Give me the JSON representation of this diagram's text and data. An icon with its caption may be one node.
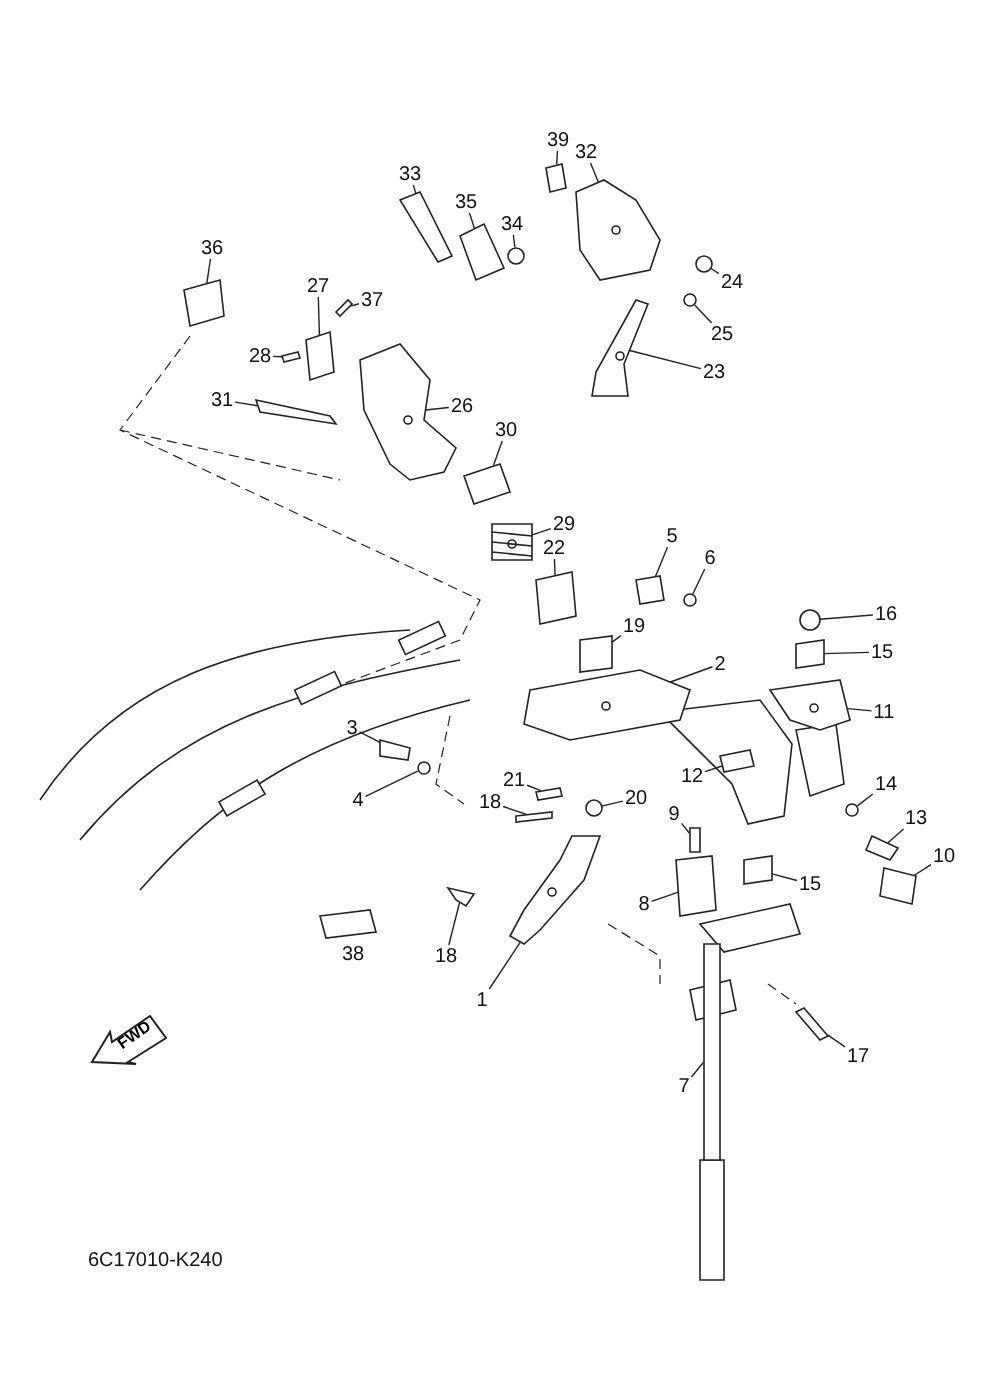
{
  "diagram": {
    "nodes": [
      {
        "text": [
          "39"
        ]
      },
      {
        "text": [
          "32"
        ]
      },
      {
        "text": [
          "33"
        ]
      },
      {
        "text": [
          "35"
        ]
      },
      {
        "text": [
          "34"
        ]
      },
      {
        "text": [
          "36"
        ]
      },
      {
        "text": [
          "24"
        ]
      },
      {
        "text": [
          "27"
        ]
      },
      {
        "text": [
          "37"
        ]
      },
      {
        "text": [
          "25"
        ]
      },
      {
        "text": [
          "28"
        ]
      },
      {
        "text": [
          "23"
        ]
      },
      {
        "text": [
          "31"
        ]
      },
      {
        "text": [
          "26"
        ]
      },
      {
        "text": [
          "30"
        ]
      },
      {
        "text": [
          "29"
        ]
      },
      {
        "text": [
          "22"
        ]
      },
      {
        "text": [
          "5"
        ]
      },
      {
        "text": [
          "6"
        ]
      },
      {
        "text": [
          "16"
        ]
      },
      {
        "text": [
          "19"
        ]
      },
      {
        "text": [
          "15"
        ]
      },
      {
        "text": [
          "2"
        ]
      },
      {
        "text": [
          "11"
        ]
      },
      {
        "text": [
          "3"
        ]
      },
      {
        "text": [
          "12"
        ]
      },
      {
        "text": [
          "14"
        ]
      },
      {
        "text": [
          "21"
        ]
      },
      {
        "text": [
          "4"
        ]
      },
      {
        "text": [
          "18"
        ]
      },
      {
        "text": [
          "20"
        ]
      },
      {
        "text": [
          "9"
        ]
      },
      {
        "text": [
          "13"
        ]
      },
      {
        "text": [
          "10"
        ]
      },
      {
        "text": [
          "15"
        ]
      },
      {
        "text": [
          "8"
        ]
      },
      {
        "text": [
          "18"
        ]
      },
      {
        "text": [
          "1"
        ]
      },
      {
        "text": [
          "17"
        ]
      },
      {
        "text": [
          "7"
        ]
      },
      {
        "text": [
          "FWD"
        ]
      },
      {
        "text": [],
        "shape": "box"
      },
      {
        "text": [],
        "shape": "picture"
      },
      {
        "text": [],
        "shape": "box"
      },
      {
        "text": [],
        "shape": "box"
      },
      {
        "text": [],
        "shape": "circle"
      },
      {
        "text": [],
        "shape": "box"
      },
      {
        "text": [],
        "shape": "circle"
      },
      {
        "text": [],
        "shape": "box"
      },
      {
        "text": [],
        "shape": "box"
      },
      {
        "text": [],
        "shape": "circle"
      },
      {
        "text": [],
        "shape": "box"
      },
      {
        "text": [],
        "shape": "picture"
      },
      {
        "text": [],
        "shape": "box"
      },
      {
        "text": [],
        "shape": "picture"
      },
      {
        "text": [],
        "shape": "box"
      },
      {
        "text": [],
        "shape": "picture"
      },
      {
        "text": [],
        "shape": "box"
      },
      {
        "text": [],
        "shape": "box"
      },
      {
        "text": [],
        "shape": "circle"
      },
      {
        "text": [],
        "shape": "circle"
      },
      {
        "text": [],
        "shape": "box"
      },
      {
        "text": [],
        "shape": "box"
      },
      {
        "text": [],
        "shape": "picture"
      },
      {
        "text": [],
        "shape": "picture"
      },
      {
        "text": [],
        "shape": "box"
      },
      {
        "text": [],
        "shape": "box"
      },
      {
        "text": [],
        "shape": "circle"
      },
      {
        "text": [],
        "shape": "box"
      },
      {
        "text": [],
        "shape": "circle"
      },
      {
        "text": [],
        "shape": "box"
      },
      {
        "text": [],
        "shape": "circle"
      },
      {
        "text": [],
        "shape": "box"
      },
      {
        "text": [],
        "shape": "box"
      },
      {
        "text": [],
        "shape": "box"
      },
      {
        "text": [],
        "shape": "box"
      },
      {
        "text": [],
        "shape": "box"
      },
      {
        "text": [],
        "shape": "box"
      },
      {
        "text": [],
        "shape": "picture"
      },
      {
        "text": [],
        "shape": "box"
      },
      {
        "text": [],
        "shape": "box"
      }
    ],
    "edges": [
      {
        "from": 0,
        "to": 41,
        "arrow": "none"
      },
      {
        "from": 1,
        "to": 42,
        "arrow": "none"
      },
      {
        "from": 2,
        "to": 43,
        "arrow": "none"
      },
      {
        "from": 3,
        "to": 44,
        "arrow": "none"
      },
      {
        "from": 4,
        "to": 45,
        "arrow": "none"
      },
      {
        "from": 5,
        "to": 46,
        "arrow": "none"
      },
      {
        "from": 6,
        "to": 47,
        "arrow": "none"
      },
      {
        "from": 7,
        "to": 48,
        "arrow": "none"
      },
      {
        "from": 8,
        "to": 49,
        "arrow": "none"
      },
      {
        "from": 9,
        "to": 50,
        "arrow": "none"
      },
      {
        "from": 10,
        "to": 51,
        "arrow": "none"
      },
      {
        "from": 11,
        "to": 52,
        "arrow": "none"
      },
      {
        "from": 12,
        "to": 53,
        "arrow": "none"
      },
      {
        "from": 13,
        "to": 54,
        "arrow": "none"
      },
      {
        "from": 14,
        "to": 55,
        "arrow": "none"
      },
      {
        "from": 15,
        "to": 56,
        "arrow": "none"
      },
      {
        "from": 16,
        "to": 57,
        "arrow": "none"
      },
      {
        "from": 17,
        "to": 58,
        "arrow": "none"
      },
      {
        "from": 18,
        "to": 59,
        "arrow": "none"
      },
      {
        "from": 19,
        "to": 60,
        "arrow": "none"
      },
      {
        "from": 20,
        "to": 61,
        "arrow": "none"
      },
      {
        "from": 21,
        "to": 62,
        "arrow": "none"
      },
      {
        "from": 22,
        "to": 63,
        "arrow": "none"
      },
      {
        "from": 23,
        "to": 64,
        "arrow": "none"
      },
      {
        "from": 24,
        "to": 65,
        "arrow": "none"
      },
      {
        "from": 25,
        "to": 66,
        "arrow": "none"
      },
      {
        "from": 26,
        "to": 67,
        "arrow": "none"
      },
      {
        "from": 27,
        "to": 68,
        "arrow": "none"
      },
      {
        "from": 28,
        "to": 69,
        "arrow": "none"
      },
      {
        "from": 29,
        "to": 70,
        "arrow": "none"
      },
      {
        "from": 30,
        "to": 71,
        "arrow": "none"
      },
      {
        "from": 31,
        "to": 72,
        "arrow": "none"
      },
      {
        "from": 32,
        "to": 73,
        "arrow": "none"
      },
      {
        "from": 33,
        "to": 74,
        "arrow": "none"
      },
      {
        "from": 34,
        "to": 75,
        "arrow": "none"
      },
      {
        "from": 35,
        "to": 76,
        "arrow": "none"
      },
      {
        "from": 36,
        "to": 77,
        "arrow": "none"
      },
      {
        "from": 37,
        "to": 78,
        "arrow": "none"
      },
      {
        "from": 38,
        "to": 79,
        "arrow": "none"
      },
      {
        "from": 39,
        "to": 80,
        "arrow": "none"
      }
    ],
    "labels": [
      "38",
      "6C17010-K240"
    ]
  }
}
